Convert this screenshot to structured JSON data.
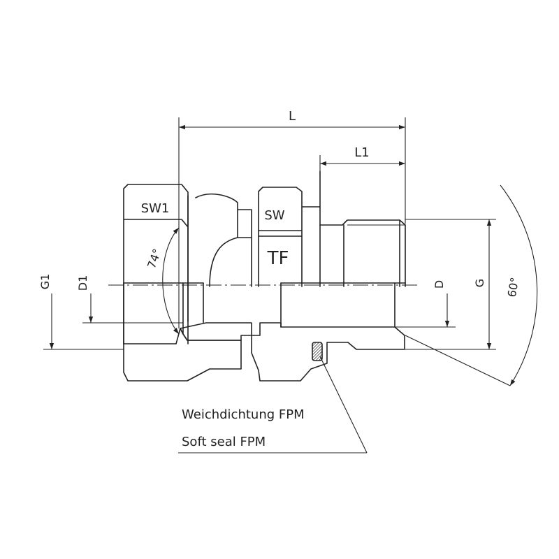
{
  "labels": {
    "L": "L",
    "L1": "L1",
    "SW1": "SW1",
    "SW": "SW",
    "TF": "TF",
    "angle_74": "74°",
    "angle_60": "60°",
    "G1": "G1",
    "D1": "D1",
    "D": "D",
    "G": "G"
  },
  "note": {
    "line1": "Weichdichtung FPM",
    "line2": "Soft seal FPM"
  }
}
